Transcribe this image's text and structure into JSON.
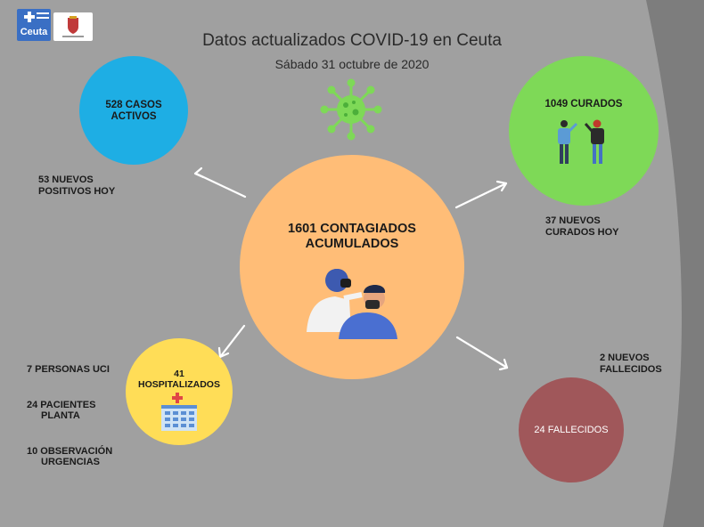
{
  "header": {
    "title": "Datos actualizados COVID-19 en Ceuta",
    "subtitle": "Sábado 31 octubre de 2020",
    "logo_text": "Ceuta"
  },
  "colors": {
    "background": "#a0a0a0",
    "activos": "#1eaee4",
    "curados": "#7ed957",
    "acumulados": "#ffbd77",
    "hospitalizados": "#ffdd57",
    "fallecidos": "#a0575a",
    "virus": "#7ed957"
  },
  "activos": {
    "line1": "528 CASOS",
    "line2": "ACTIVOS",
    "note1": "53 NUEVOS",
    "note2": "POSITIVOS HOY"
  },
  "curados": {
    "label": "1049 CURADOS",
    "note1": "37 NUEVOS",
    "note2": "CURADOS HOY"
  },
  "acumulados": {
    "line1": "1601 CONTAGIADOS",
    "line2": "ACUMULADOS"
  },
  "hospitalizados": {
    "line1": "41",
    "line2": "HOSPITALIZADOS",
    "uci": "7 PERSONAS UCI",
    "planta1": "24 PACIENTES",
    "planta2": "PLANTA",
    "urg1": "10 OBSERVACIÓN",
    "urg2": "URGENCIAS"
  },
  "fallecidos": {
    "label": "24 FALLECIDOS",
    "note1": "2 NUEVOS",
    "note2": "FALLECIDOS"
  },
  "icons": [
    "virus-icon",
    "doctor-test-icon",
    "people-icon",
    "hospital-icon",
    "arrow-icon",
    "logo-icon",
    "coat-of-arms-icon"
  ]
}
